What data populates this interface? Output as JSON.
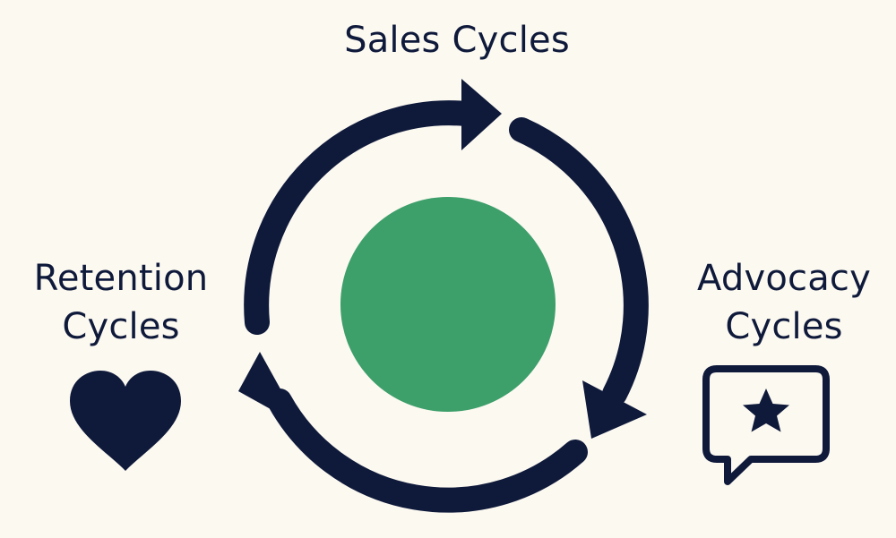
{
  "labels": {
    "top": "Sales Cycles",
    "left_line1": "Retention",
    "left_line2": "Cycles",
    "right_line1": "Advocacy",
    "right_line2": "Cycles"
  },
  "icons": {
    "left": "heart-icon",
    "right": "chat-bubble-star-icon",
    "center": "green-circle"
  },
  "colors": {
    "background": "#fcf9f1",
    "arrows": "#0f1a3b",
    "center": "#3d9f6a"
  }
}
